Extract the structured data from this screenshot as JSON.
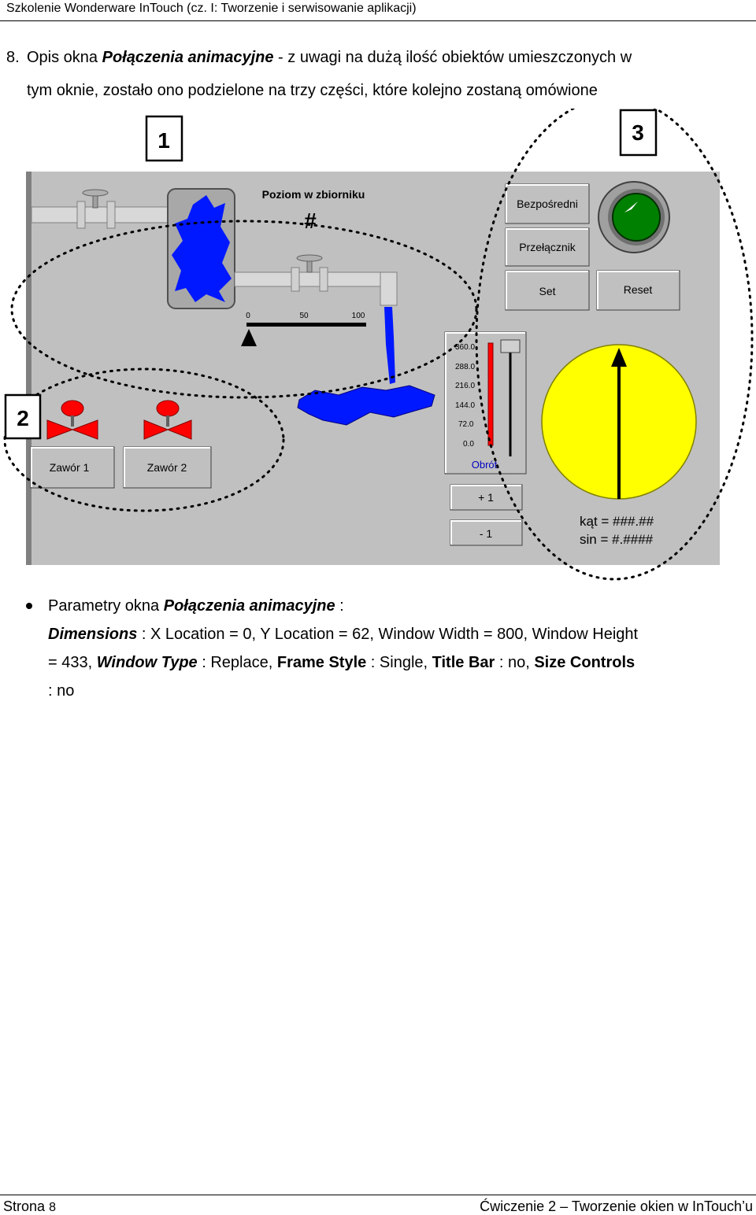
{
  "header": {
    "title": "Szkolenie Wonderware InTouch (cz. I: Tworzenie i serwisowanie aplikacji)"
  },
  "paragraph": {
    "number": "8.",
    "part1": "Opis okna ",
    "window_name": "Połączenia animacyjne",
    "part2": " - z uwagi na dużą ilość obiektów umieszczonych w",
    "line2": "tym oknie, zostało ono podzielone na trzy części, które kolejno zostaną omówione"
  },
  "figure": {
    "callouts": [
      "1",
      "2",
      "3"
    ],
    "tank_title": "Poziom w zbiorniku",
    "tank_value": "#",
    "scale_ticks": [
      "0",
      "50",
      "100"
    ],
    "buttons": {
      "direct": "Bezpośredni",
      "toggle": "Przełącznik",
      "set": "Set",
      "reset": "Reset",
      "valve1": "Zawór 1",
      "valve2": "Zawór 2",
      "plus": "+ 1",
      "minus": "- 1"
    },
    "slider_ticks": [
      "360.0",
      "288.0",
      "216.0",
      "144.0",
      "72.0",
      "0.0"
    ],
    "slider_label": "Obrót",
    "angle_text": "kąt = ###.##",
    "sin_text": "sin = #.####",
    "colors": {
      "panel": "#c0c0c0",
      "water": "#0018ff",
      "light": "#008000",
      "dial": "#ffff00",
      "valve": "#ff0000"
    }
  },
  "bullet": {
    "intro": "Parametry okna ",
    "window_name": "Połączenia animacyjne",
    "colon": " :",
    "dimensions_label": "Dimensions",
    "dimensions_text": " : X Location = 0, Y Location = 62, Window Width = 800, Window Height",
    "line3_a": "= 433, ",
    "window_type_label": "Window Type",
    "window_type_text": " : Replace, ",
    "frame_style_label": "Frame Style",
    "frame_style_text": " : Single, ",
    "title_bar_label": "Title Bar",
    "title_bar_text": " : no, ",
    "size_controls_label": "Size Controls",
    "line4": ": no"
  },
  "footer": {
    "left_label": "Strona",
    "page": "8",
    "right": "Ćwiczenie 2 – Tworzenie okien w InTouch’u"
  }
}
